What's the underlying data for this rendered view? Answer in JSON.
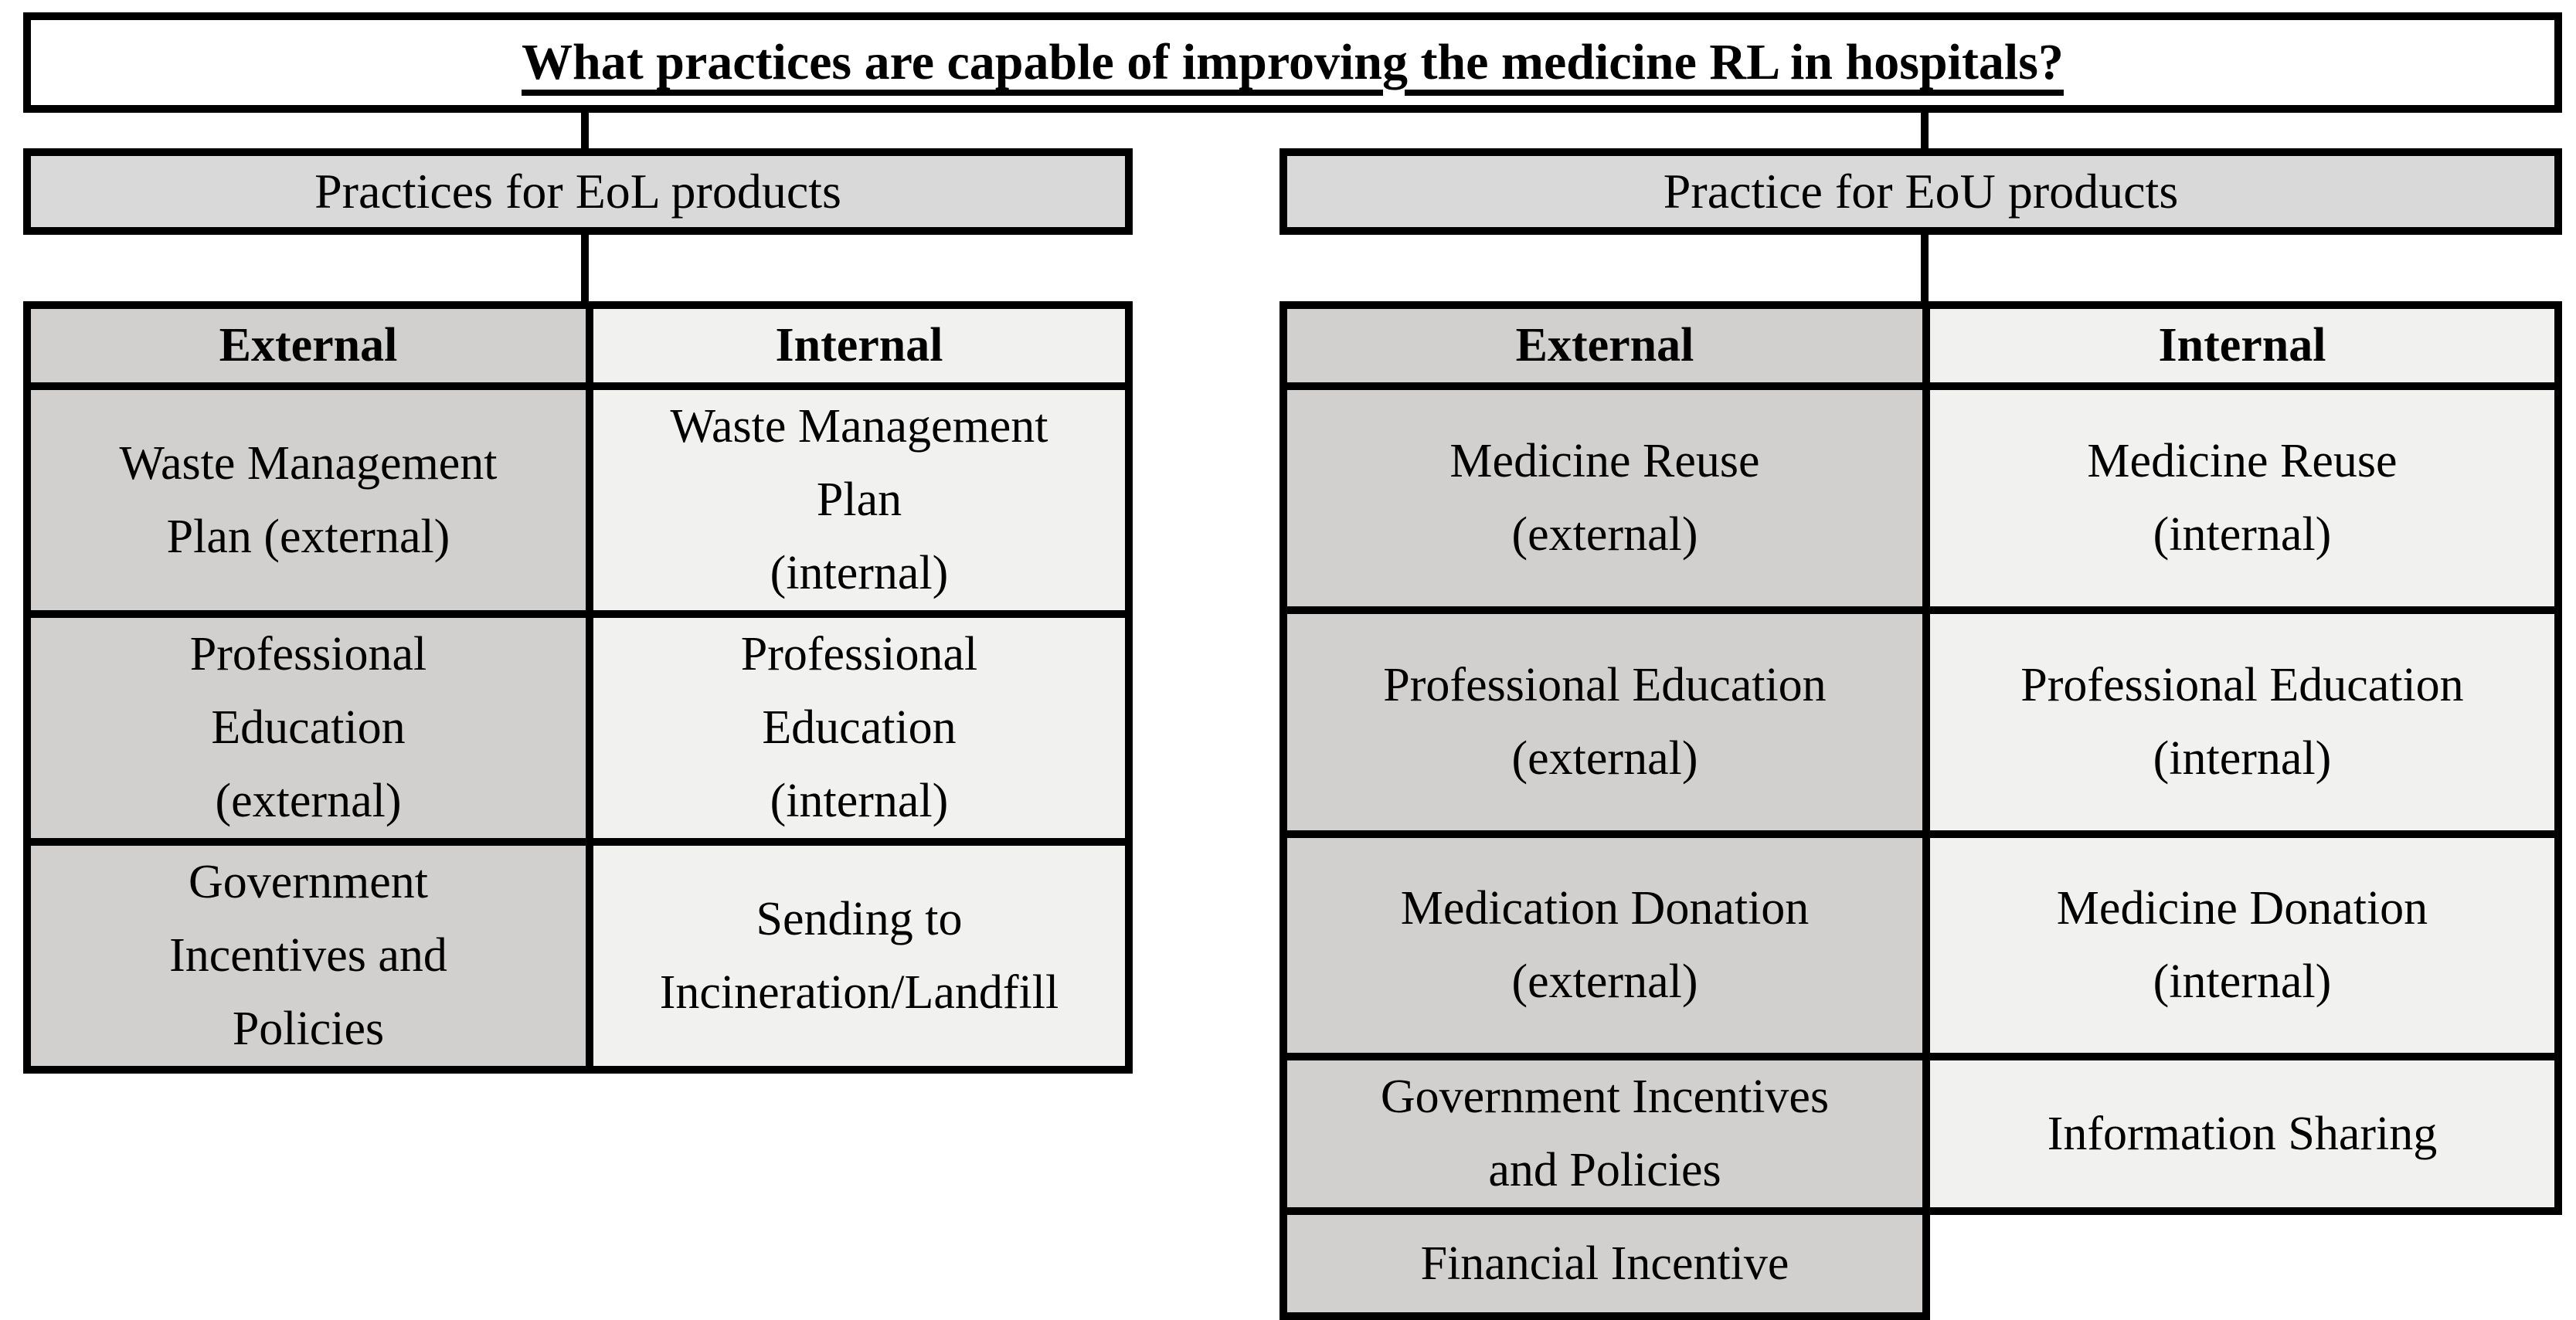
{
  "figure": {
    "title": "What practices are capable of improving the medicine RL in hospitals?"
  },
  "colors": {
    "border": "#000000",
    "branch_header_bg": "#d9d9d9",
    "external_bg": "#d1d0ce",
    "internal_bg": "#f1f1f0",
    "page_bg": "#ffffff"
  },
  "left_branch": {
    "header": "Practices for EoL products",
    "columns": [
      "External",
      "Internal"
    ],
    "rows": [
      {
        "external": "Waste Management\nPlan (external)",
        "internal": "Waste Management\nPlan\n(internal)"
      },
      {
        "external": "Professional\nEducation\n(external)",
        "internal": "Professional\nEducation\n(internal)"
      },
      {
        "external": "Government\nIncentives and\nPolicies",
        "internal": "Sending to\nIncineration/Landfill"
      }
    ]
  },
  "right_branch": {
    "header": "Practice for EoU products",
    "columns": [
      "External",
      "Internal"
    ],
    "rows": [
      {
        "external": "Medicine Reuse\n(external)",
        "internal": "Medicine Reuse\n(internal)"
      },
      {
        "external": "Professional Education\n(external)",
        "internal": "Professional Education\n(internal)"
      },
      {
        "external": "Medication Donation\n(external)",
        "internal": "Medicine Donation\n(internal)"
      },
      {
        "external": "Government Incentives\nand Policies",
        "internal": "Information Sharing"
      },
      {
        "external": "Financial Incentive",
        "internal": null
      }
    ]
  }
}
